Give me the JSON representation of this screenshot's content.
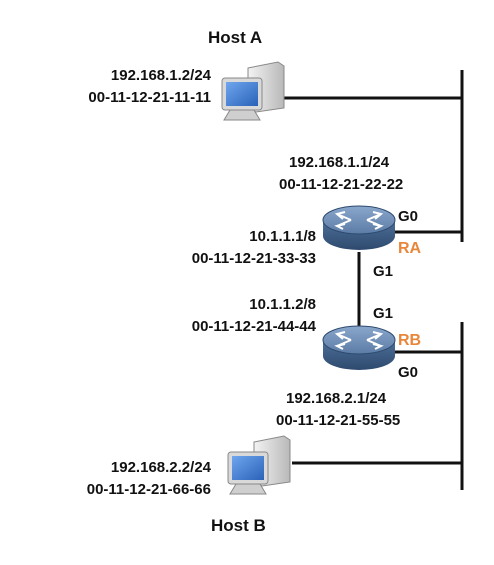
{
  "colors": {
    "line": "#111111",
    "text": "#111111",
    "router_name": "#e8873a",
    "router_body": "#3f6189",
    "router_top": "#6f8fb8",
    "monitor_screen": "#3f7fd6"
  },
  "host_a": {
    "title": "Host A",
    "ip": "192.168.1.2/24",
    "mac": "00-11-12-21-11-11",
    "icon": "desktop-computer-icon"
  },
  "router_a": {
    "name": "RA",
    "icon": "router-icon",
    "g0_label": "G0",
    "g1_label": "G1",
    "g0_ip": "192.168.1.1/24",
    "g0_mac": "00-11-12-21-22-22",
    "g1_ip": "10.1.1.1/8",
    "g1_mac": "00-11-12-21-33-33"
  },
  "router_b": {
    "name": "RB",
    "icon": "router-icon",
    "g0_label": "G0",
    "g1_label": "G1",
    "g1_ip": "10.1.1.2/8",
    "g1_mac": "00-11-12-21-44-44",
    "g0_ip": "192.168.2.1/24",
    "g0_mac": "00-11-12-21-55-55"
  },
  "host_b": {
    "title": "Host B",
    "ip": "192.168.2.2/24",
    "mac": "00-11-12-21-66-66",
    "icon": "desktop-computer-icon"
  }
}
